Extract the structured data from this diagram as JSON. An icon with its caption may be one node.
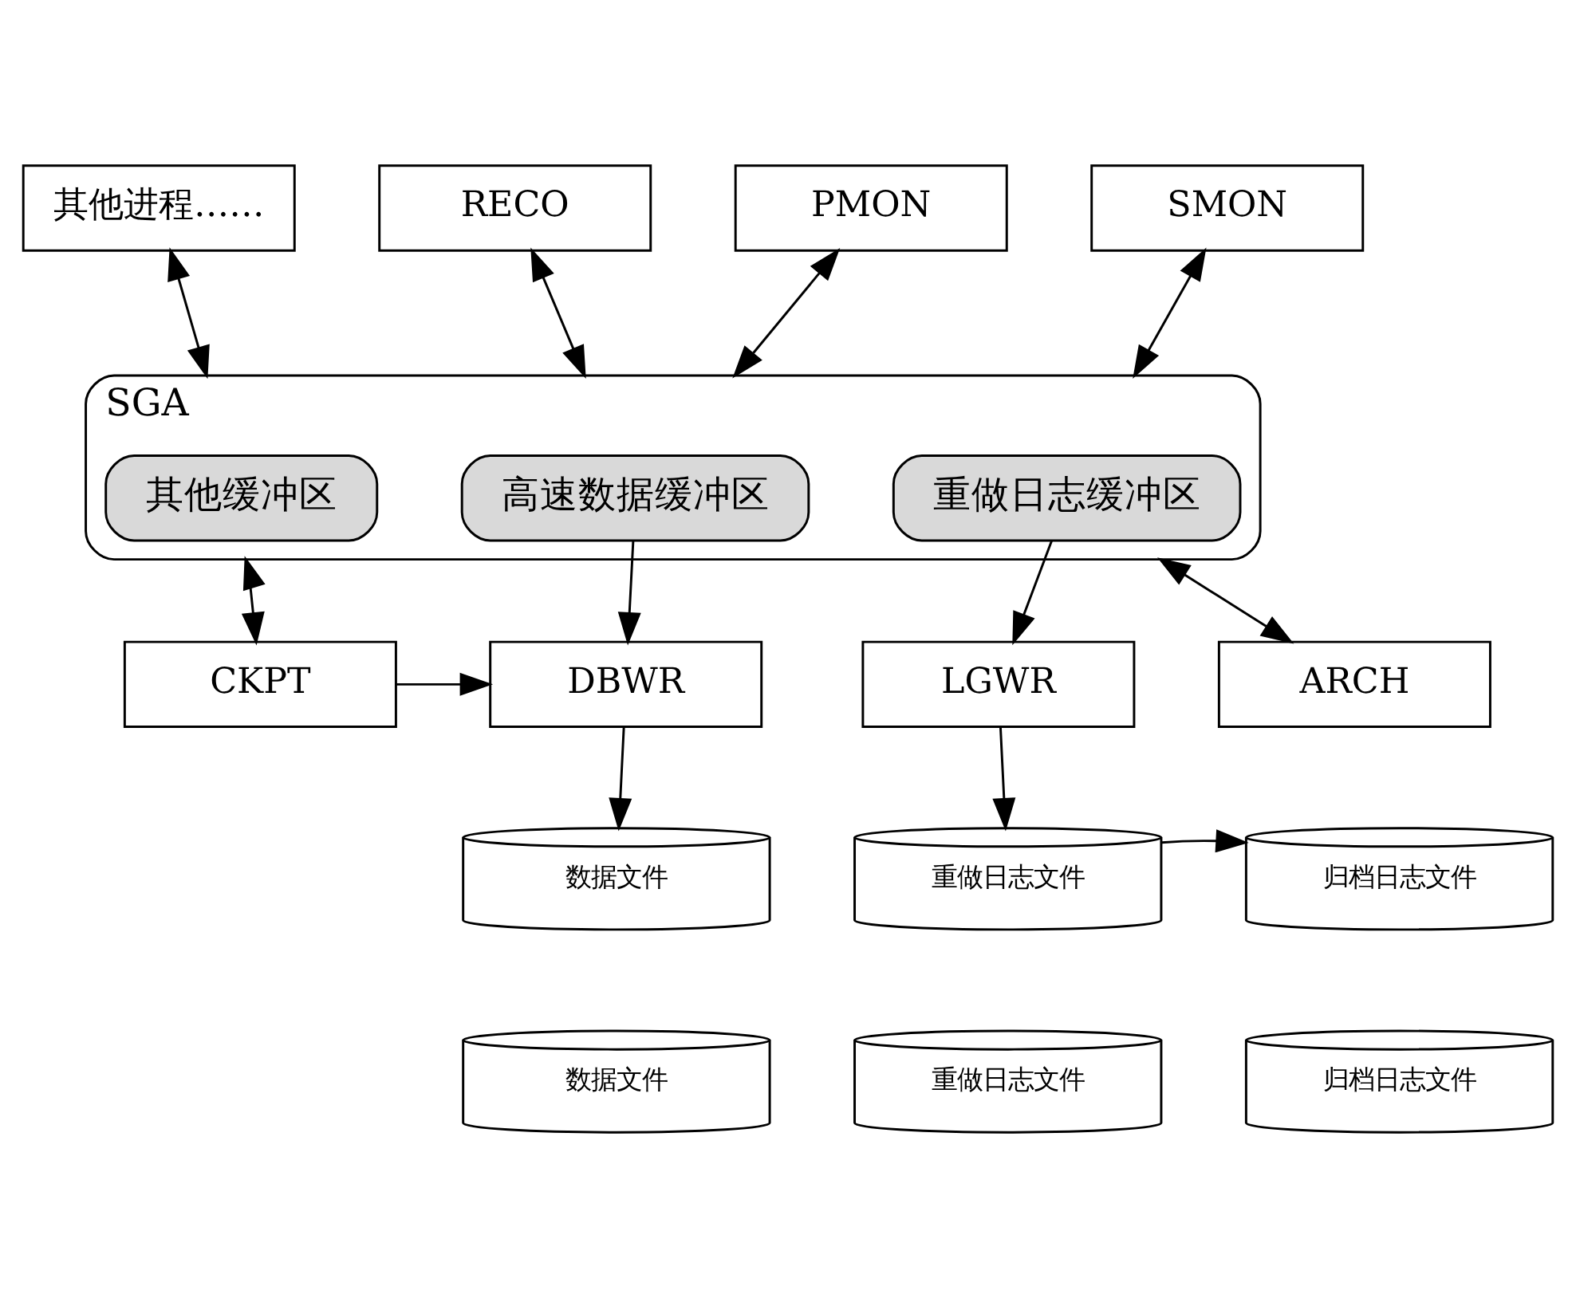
{
  "diagram": {
    "nodes": [
      {
        "text": [
          "其他进程……"
        ]
      },
      {
        "text": [
          "RECO"
        ]
      },
      {
        "text": [
          "PMON"
        ]
      },
      {
        "text": [
          "SMON"
        ]
      },
      {
        "text": [
          "SGA"
        ]
      },
      {
        "text": [
          "其他缓冲区"
        ],
        "in": 4
      },
      {
        "text": [
          "高速数据缓冲区"
        ],
        "in": 4
      },
      {
        "text": [
          "重做日志缓冲区"
        ],
        "in": 4
      },
      {
        "text": [
          "CKPT"
        ]
      },
      {
        "text": [
          "DBWR"
        ]
      },
      {
        "text": [
          "LGWR"
        ]
      },
      {
        "text": [
          "ARCH"
        ]
      },
      {
        "text": [
          "数据文件"
        ]
      },
      {
        "text": [
          "数据文件"
        ]
      },
      {
        "text": [
          "重做日志文件"
        ]
      },
      {
        "text": [
          "重做日志文件"
        ]
      },
      {
        "text": [
          "归档日志文件"
        ]
      },
      {
        "text": [
          "归档日志文件"
        ]
      }
    ],
    "edges": [
      {
        "from": 0,
        "to": 4,
        "arrow": "both"
      },
      {
        "from": 1,
        "to": 4,
        "arrow": "both"
      },
      {
        "from": 2,
        "to": 4,
        "arrow": "both"
      },
      {
        "from": 3,
        "to": 4,
        "arrow": "both"
      },
      {
        "from": 4,
        "to": 8,
        "arrow": "both"
      },
      {
        "from": 6,
        "to": 9,
        "arrow": "to"
      },
      {
        "from": 7,
        "to": 10,
        "arrow": "to"
      },
      {
        "from": 4,
        "to": 11,
        "arrow": "both"
      },
      {
        "from": 8,
        "to": 9,
        "arrow": "to"
      },
      {
        "from": 9,
        "to": 12,
        "arrow": "to"
      },
      {
        "from": 10,
        "to": 14,
        "arrow": "to"
      },
      {
        "from": 14,
        "to": 16,
        "arrow": "to"
      }
    ]
  }
}
